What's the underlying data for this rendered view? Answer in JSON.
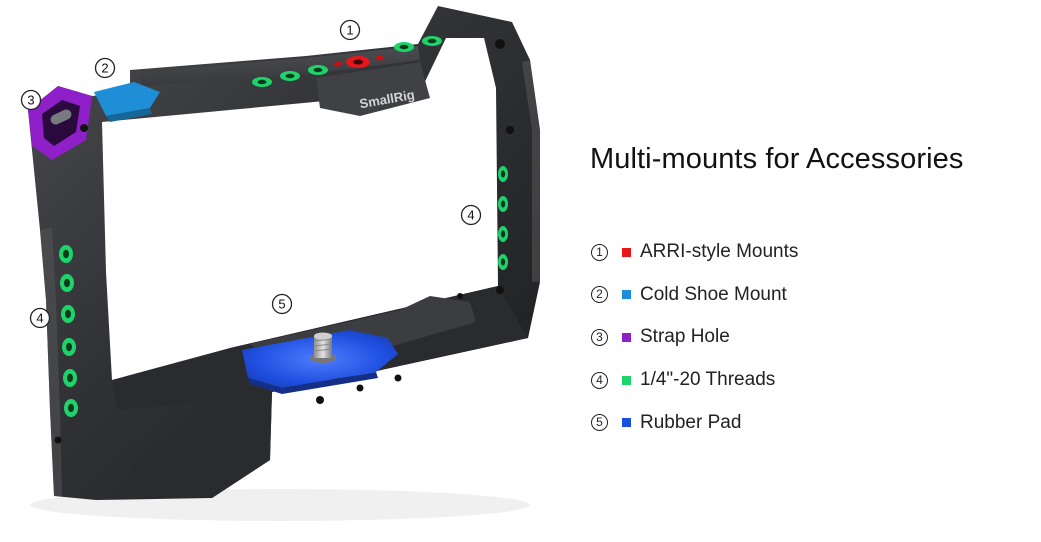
{
  "brand": "SmallRig",
  "heading": "Multi-mounts for Accessories",
  "legend": [
    {
      "num": "1",
      "label": "ARRI-style Mounts",
      "color": "#e8161b"
    },
    {
      "num": "2",
      "label": "Cold Shoe Mount",
      "color": "#1e8fd6"
    },
    {
      "num": "3",
      "label": "Strap Hole",
      "color": "#8f1fc8"
    },
    {
      "num": "4",
      "label": "1/4\"-20 Threads",
      "color": "#1fd36b"
    },
    {
      "num": "5",
      "label": "Rubber Pad",
      "color": "#1550e0"
    }
  ],
  "callouts": [
    "1",
    "2",
    "3",
    "4",
    "4",
    "5"
  ]
}
